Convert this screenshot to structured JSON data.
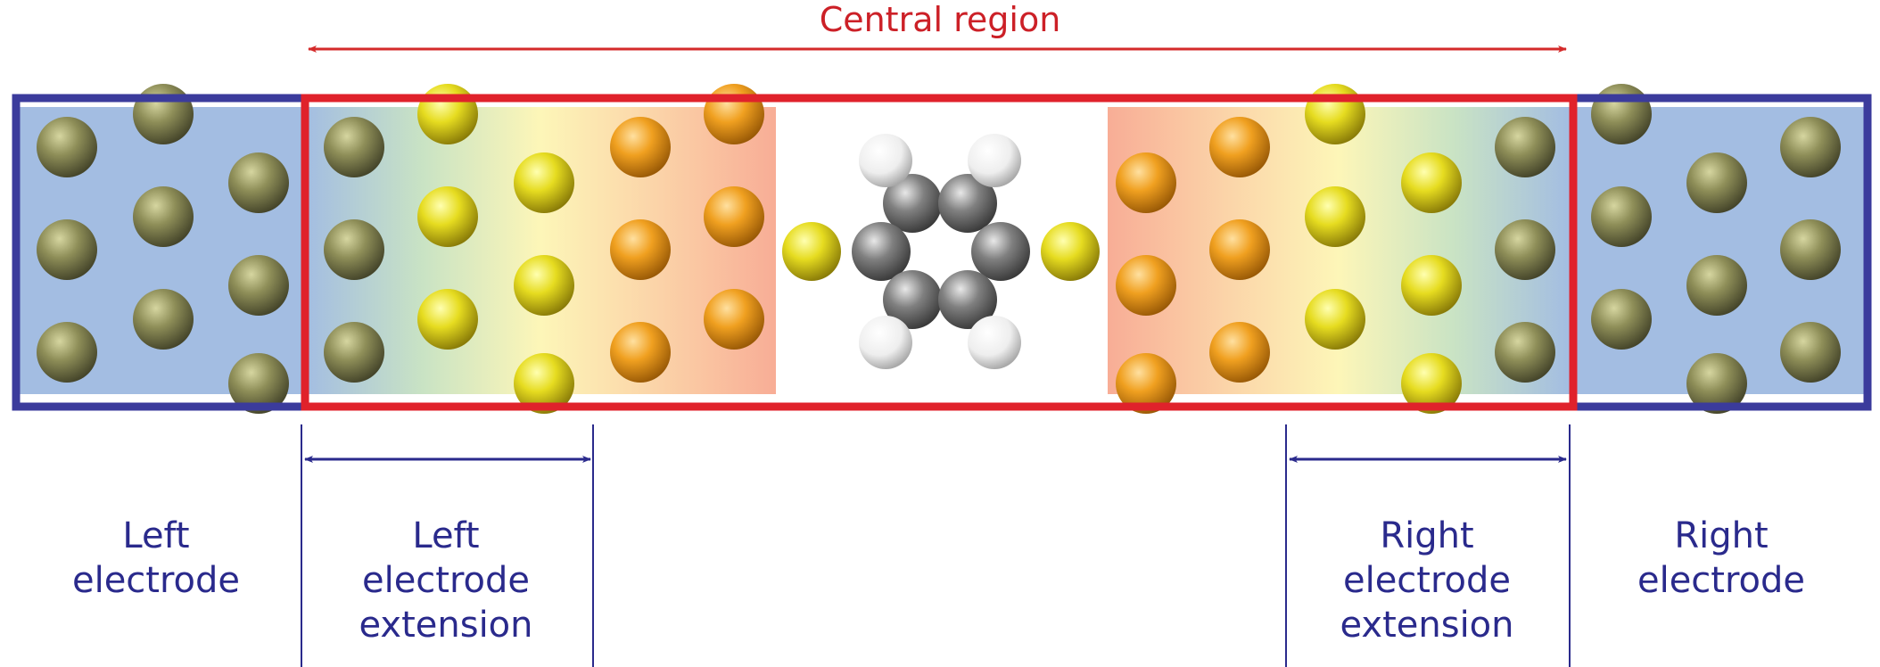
{
  "title": "Central region",
  "labels": {
    "left_electrode": [
      "Left",
      "electrode"
    ],
    "left_extension": [
      "Left",
      "electrode",
      "extension"
    ],
    "right_extension": [
      "Right",
      "electrode",
      "extension"
    ],
    "right_electrode": [
      "Right",
      "electrode"
    ]
  },
  "colors": {
    "electrode_blue": "#a3bde2",
    "frame_blue": "#3b3b9c",
    "central_red": "#e0222b",
    "label_blue": "#2a2a8c",
    "title_red": "#cc2027",
    "gold_atom": "#8a8a55",
    "yellow_atom": "#e8e030",
    "orange_atom": "#f2a020",
    "sulfur_atom": "#e4e030",
    "carbon_atom": "#808080",
    "hydrogen_atom": "#f0f0f0"
  }
}
